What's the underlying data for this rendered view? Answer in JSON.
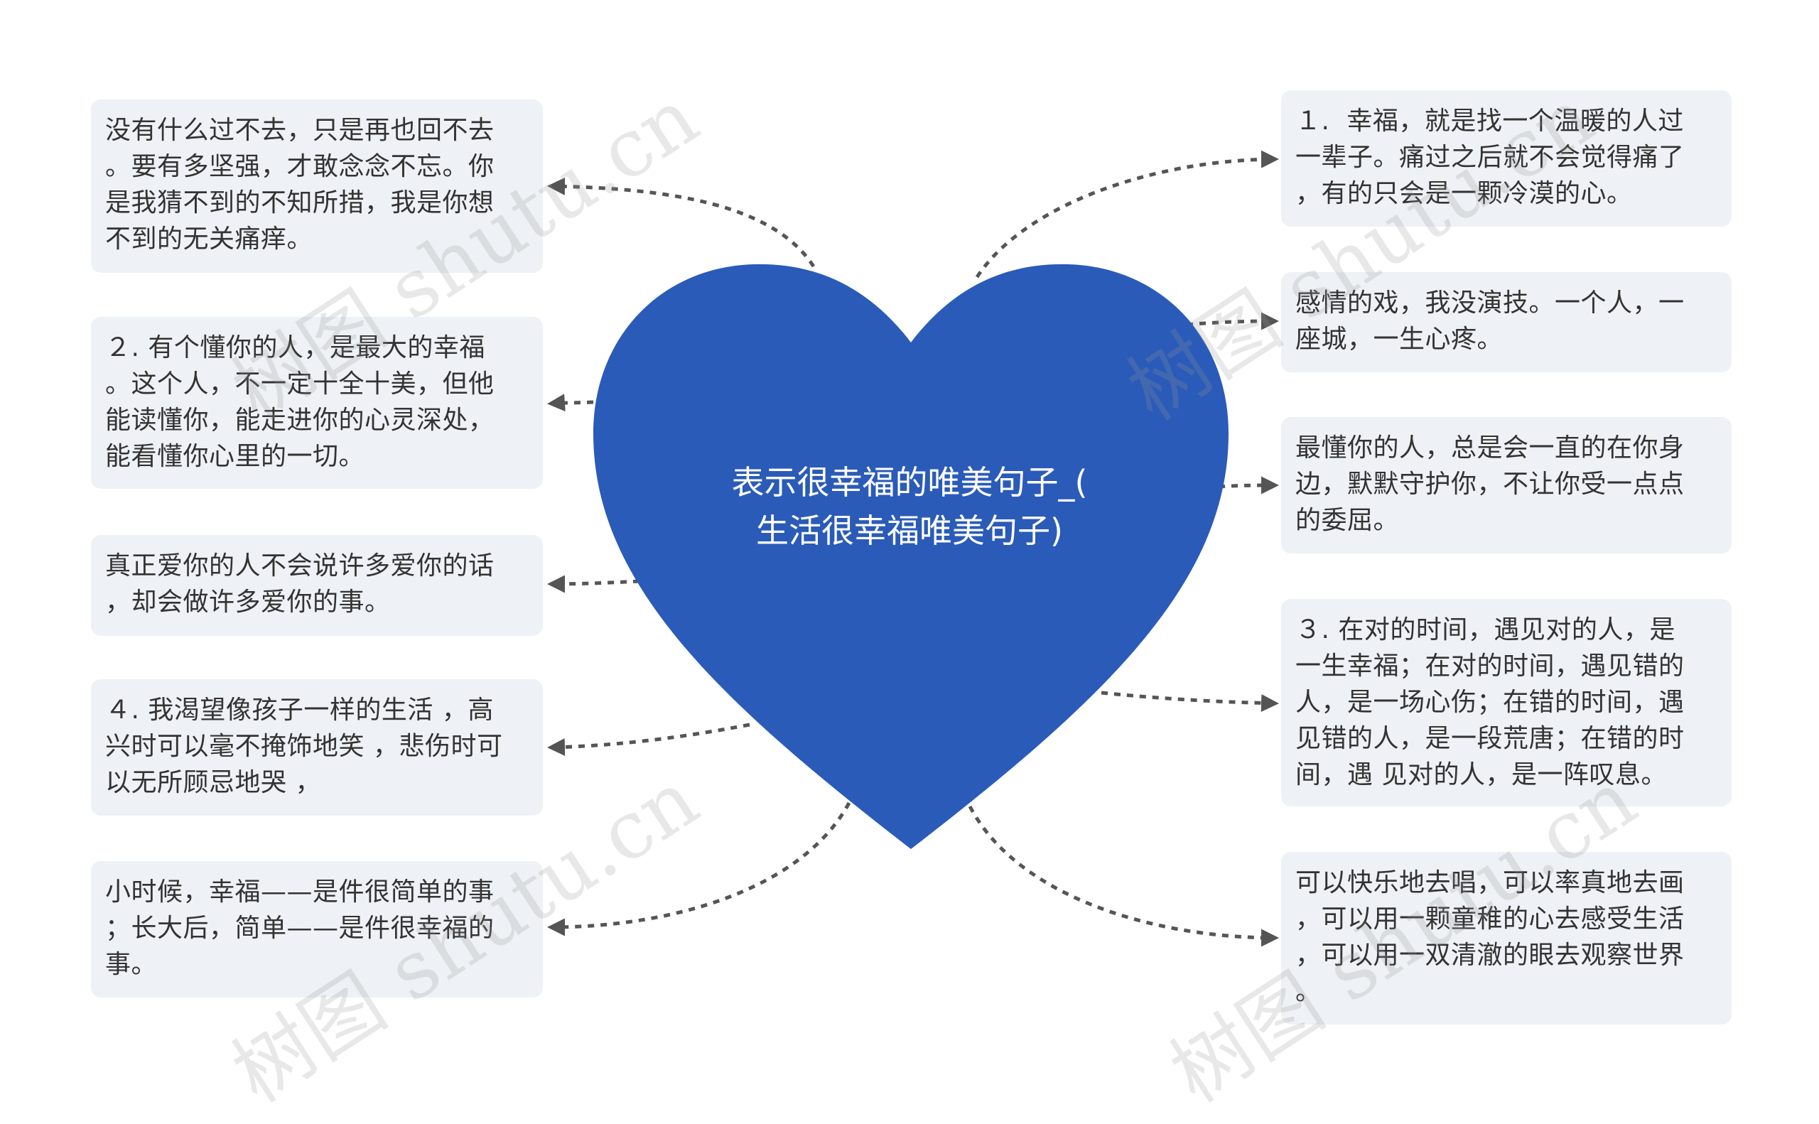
{
  "center": {
    "title": "表示很幸福的唯美句子_(\n生活很幸福唯美句子)"
  },
  "left_nodes": [
    {
      "text": "没有什么过不去，只是再也回不去\n。要有多坚强，才敢念念不忘。你\n是我猜不到的不知所措，我是你想\n不到的无关痛痒。"
    },
    {
      "text": "２. 有个懂你的人，是最大的幸福\n。这个人，不一定十全十美，但他\n能读懂你，能走进你的心灵深处，\n能看懂你心里的一切。"
    },
    {
      "text": "真正爱你的人不会说许多爱你的话\n，却会做许多爱你的事。"
    },
    {
      "text": "４. 我渴望像孩子一样的生活 ，高\n兴时可以毫不掩饰地笑 ，悲伤时可\n以无所顾忌地哭 ，"
    },
    {
      "text": "小时候，幸福——是件很简单的事\n；长大后，简单——是件很幸福的\n事。"
    }
  ],
  "right_nodes": [
    {
      "text": "１.  幸福，就是找一个温暖的人过\n一辈子。痛过之后就不会觉得痛了\n，有的只会是一颗冷漠的心。"
    },
    {
      "text": "感情的戏，我没演技。一个人，一\n座城，一生心疼。"
    },
    {
      "text": "最懂你的人，总是会一直的在你身\n边，默默守护你，不让你受一点点\n的委屈。"
    },
    {
      "text": "３. 在对的时间，遇见对的人，是\n一生幸福；在对的时间，遇见错的\n人，是一场心伤；在错的时间，遇\n见错的人，是一段荒唐；在错的时\n间，遇 见对的人，是一阵叹息。"
    },
    {
      "text": "可以快乐地去唱，可以率真地去画\n，可以用一颗童稚的心去感受生活\n，可以用一双清澈的眼去观察世界\n。"
    }
  ],
  "watermark": "树图 shutu.cn",
  "colors": {
    "heart": "#2b5bb8",
    "node_bg": "#eef1f5",
    "connector": "#555555",
    "text": "#333333"
  }
}
